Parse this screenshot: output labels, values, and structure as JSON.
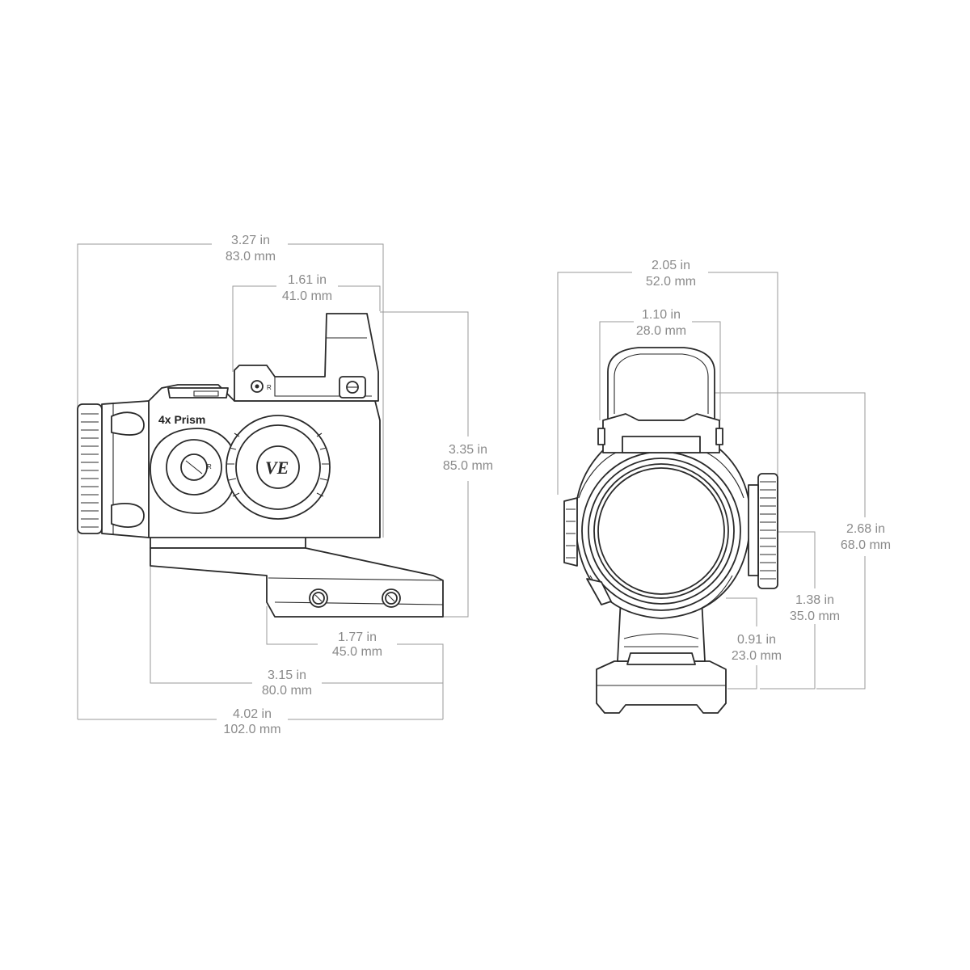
{
  "side_view": {
    "engraving": "4x Prism",
    "logo": "VE",
    "turret_marking_r": "R",
    "dims": {
      "overall_top": {
        "in": "3.27 in",
        "mm": "83.0 mm"
      },
      "red_dot_width": {
        "in": "1.61 in",
        "mm": "41.0 mm"
      },
      "height": {
        "in": "3.35 in",
        "mm": "85.0 mm"
      },
      "base_length": {
        "in": "1.77 in",
        "mm": "45.0 mm"
      },
      "mount_length": {
        "in": "3.15 in",
        "mm": "80.0 mm"
      },
      "overall_length": {
        "in": "4.02 in",
        "mm": "102.0 mm"
      }
    }
  },
  "front_view": {
    "dims": {
      "overall_width": {
        "in": "2.05 in",
        "mm": "52.0 mm"
      },
      "red_dot_width": {
        "in": "1.10 in",
        "mm": "28.0 mm"
      },
      "total_height": {
        "in": "2.68 in",
        "mm": "68.0 mm"
      },
      "bore_height": {
        "in": "1.38 in",
        "mm": "35.0 mm"
      },
      "mount_height": {
        "in": "0.91 in",
        "mm": "23.0 mm"
      }
    }
  }
}
